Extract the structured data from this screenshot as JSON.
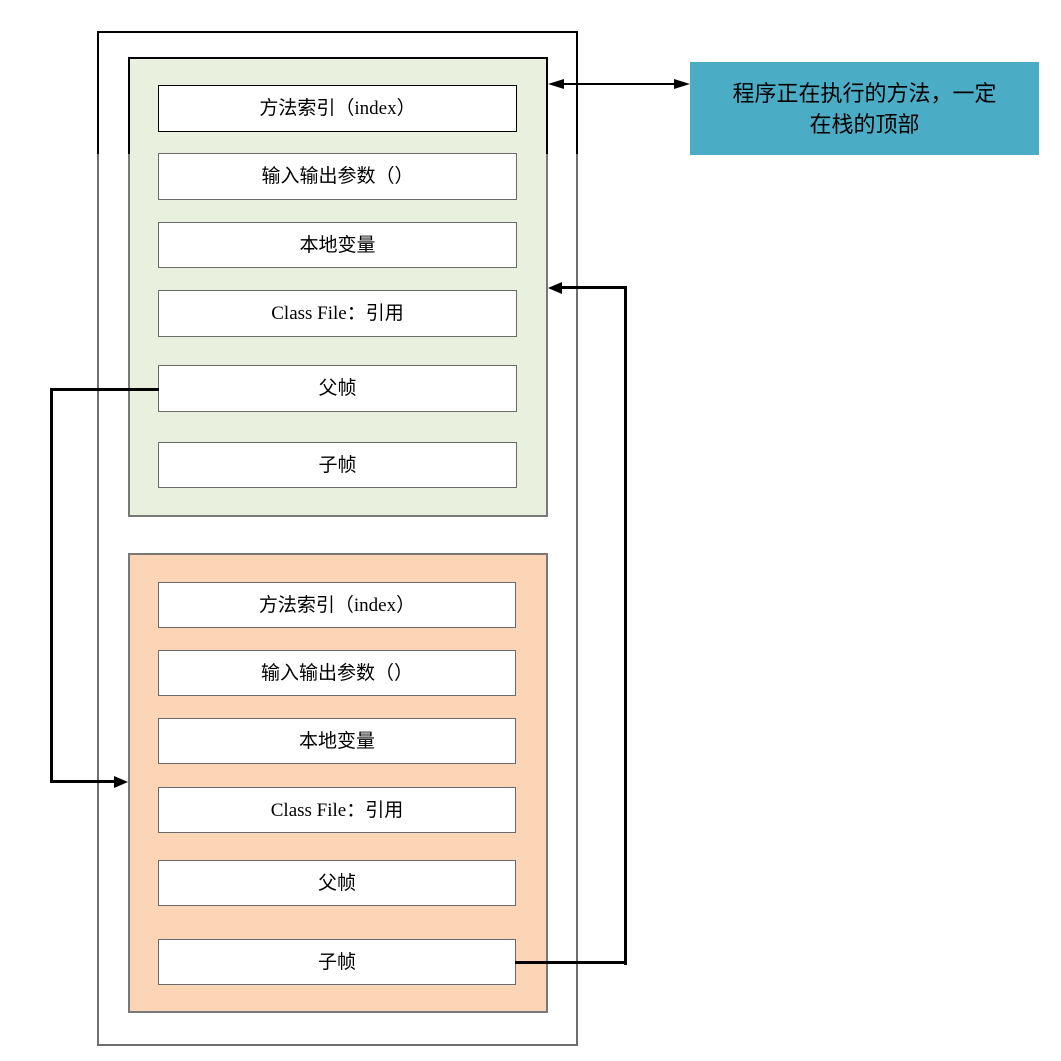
{
  "callout": {
    "text": "程序正在执行的方法，一定\n在栈的顶部"
  },
  "frames": [
    {
      "name": "stack-frame-current",
      "fill": "#E9F0DD",
      "rows": [
        "方法索引（index）",
        "输入输出参数（）",
        "本地变量",
        "Class File：引用",
        "父帧",
        "子帧"
      ]
    },
    {
      "name": "stack-frame-previous",
      "fill": "#FBD5B5",
      "rows": [
        "方法索引（index）",
        "输入输出参数（）",
        "本地变量",
        "Class File：引用",
        "父帧",
        "子帧"
      ]
    }
  ],
  "colors": {
    "callout_fill": "#4BACC6",
    "frame_top_fill": "#E9F0DD",
    "frame_bottom_fill": "#FBD5B5",
    "row_fill": "#FFFFFF",
    "outline_gray": "#6E6E6E",
    "arrow_black": "#000000"
  }
}
